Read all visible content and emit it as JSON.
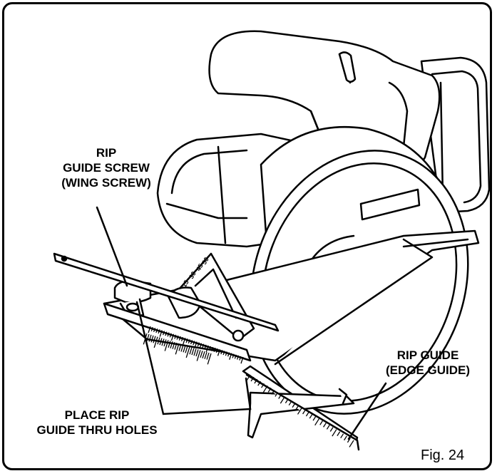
{
  "labels": {
    "rip_guide_screw": [
      "RIP",
      "GUIDE SCREW",
      "(WING SCREW)"
    ],
    "rip_guide": [
      "RIP GUIDE",
      "(EDGE GUIDE)"
    ],
    "place_rip": [
      "PLACE RIP",
      "GUIDE THRU HOLES"
    ],
    "figure": "Fig. 24"
  },
  "bevel_scale": [
    "50",
    "45",
    "30",
    "15"
  ],
  "colors": {
    "ink": "#000000",
    "paper": "#ffffff",
    "shade": "#cfcfcf"
  }
}
